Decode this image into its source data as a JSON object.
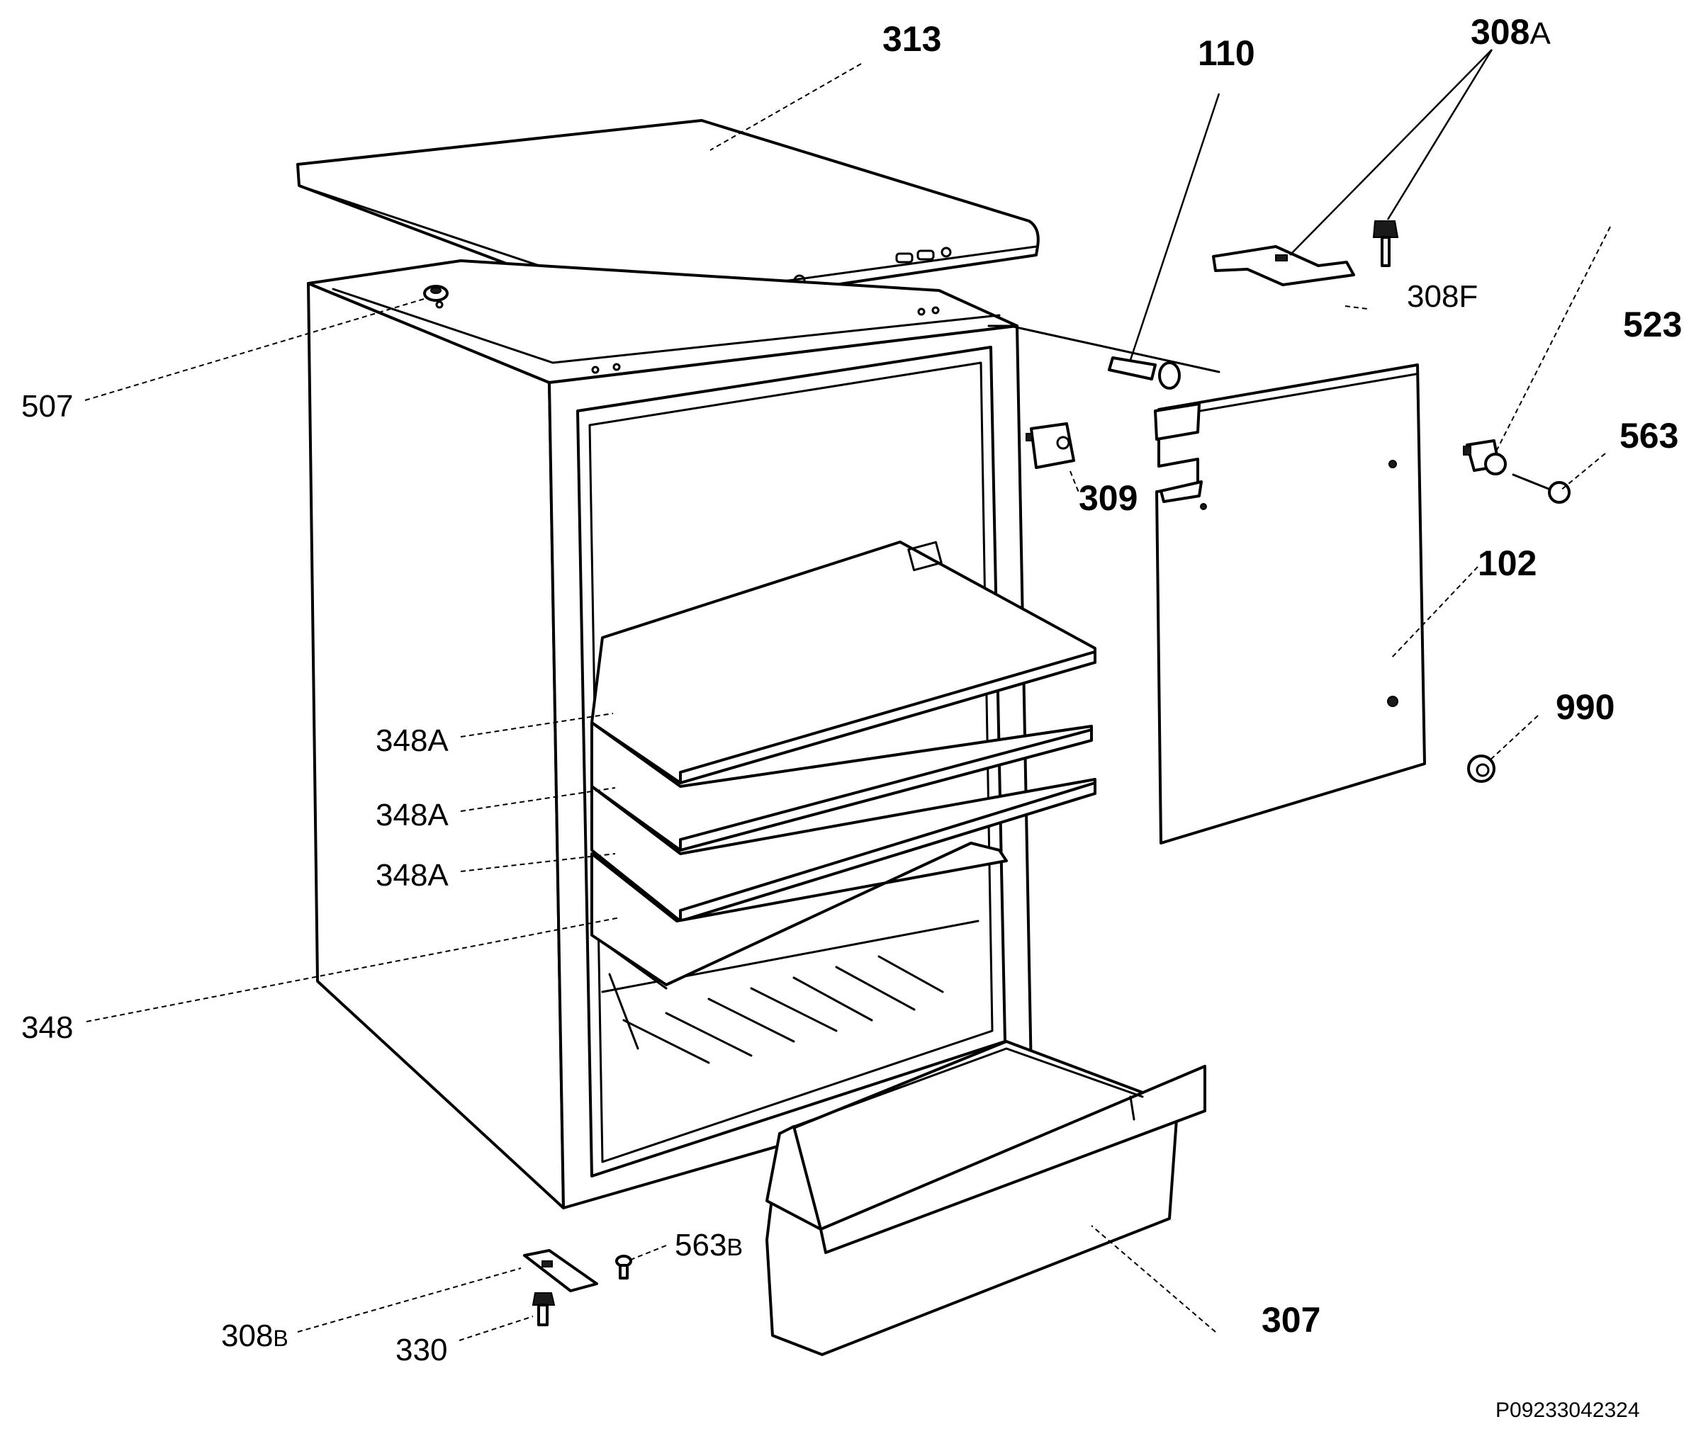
{
  "labels": {
    "l313": "313",
    "l110": "110",
    "l308a_num": "308",
    "l308a_suffix": "A",
    "l308f": "308F",
    "l523": "523",
    "l563": "563",
    "l507": "507",
    "l309": "309",
    "l102": "102",
    "l990": "990",
    "l348a_1": "348A",
    "l348a_2": "348A",
    "l348a_3": "348A",
    "l348": "348",
    "l563b_num": "563",
    "l563b_suffix": "B",
    "l307": "307",
    "l308b_num": "308",
    "l308b_suffix": "B",
    "l330": "330"
  },
  "drawing_code": "P09233042324"
}
